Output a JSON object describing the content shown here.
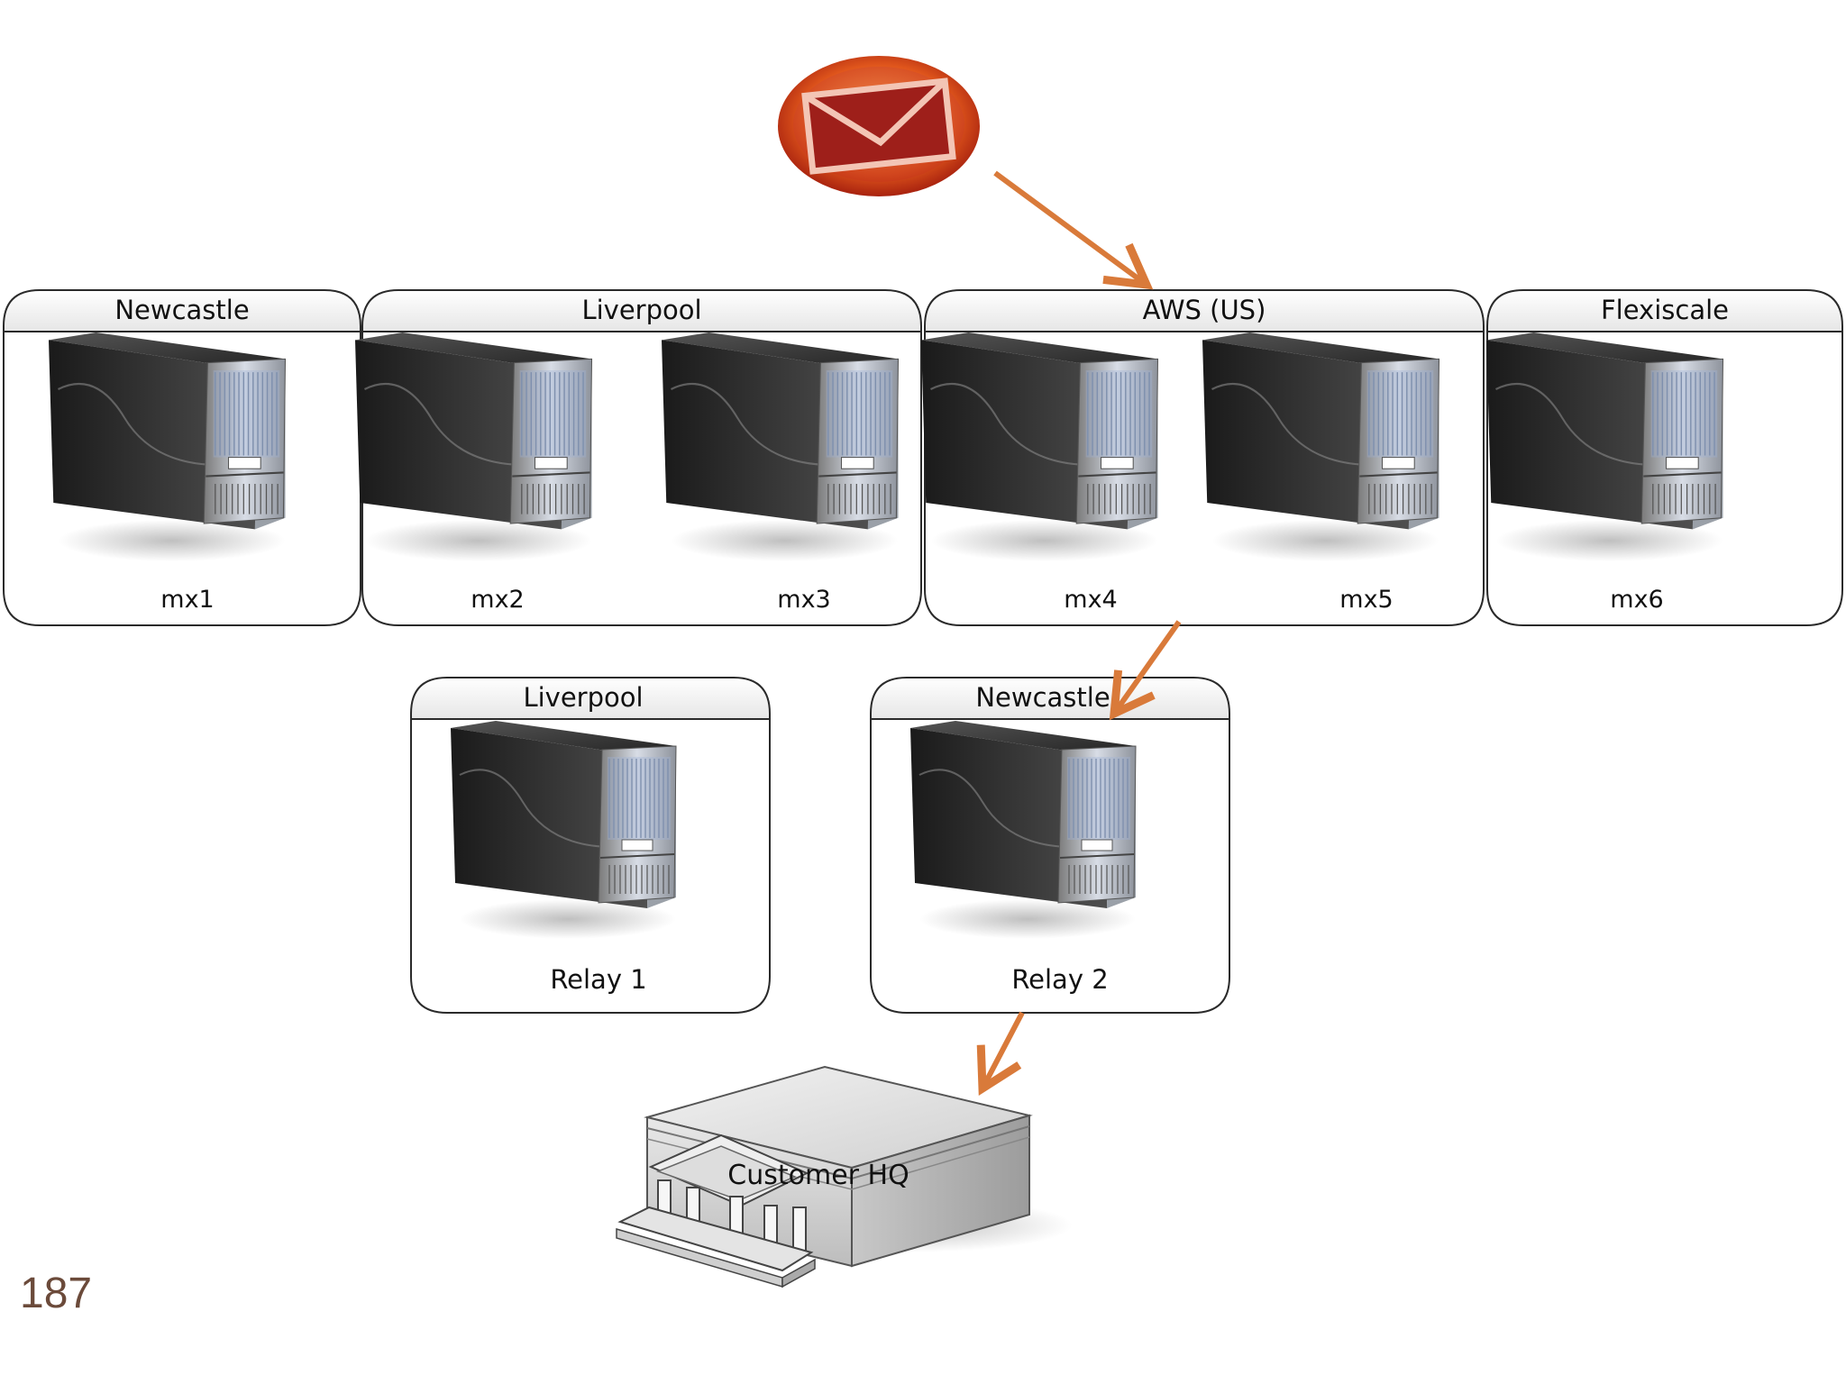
{
  "diagram": {
    "page_number": "187",
    "mail_icon": "email-envelope-icon",
    "server_icon": "tower-server-icon",
    "building_icon": "office-building-icon",
    "arrow_color": "#d97a3a",
    "top_groups": [
      {
        "title": "Newcastle",
        "servers": [
          "mx1"
        ]
      },
      {
        "title": "Liverpool",
        "servers": [
          "mx2",
          "mx3"
        ]
      },
      {
        "title": "AWS (US)",
        "servers": [
          "mx4",
          "mx5"
        ]
      },
      {
        "title": "Flexiscale",
        "servers": [
          "mx6"
        ]
      }
    ],
    "relay_groups": [
      {
        "title": "Liverpool",
        "servers": [
          "Relay 1"
        ]
      },
      {
        "title": "Newcastle",
        "servers": [
          "Relay 2"
        ]
      }
    ],
    "destination": "Customer HQ"
  }
}
